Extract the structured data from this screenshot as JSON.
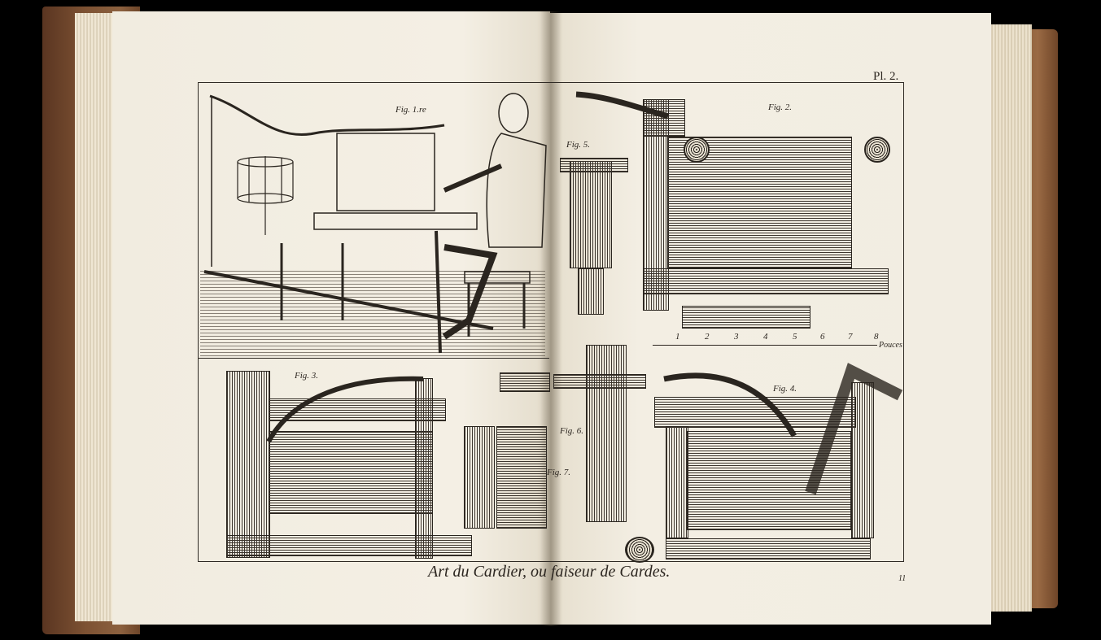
{
  "plate": {
    "number": "Pl. 2.",
    "caption": "Art du Cardier, ou faiseur de Cardes.",
    "page_mark": "11",
    "unit": "Pouces"
  },
  "figures": {
    "fig1": "Fig. 1.re",
    "fig2": "Fig. 2.",
    "fig3": "Fig. 3.",
    "fig4": "Fig. 4.",
    "fig5": "Fig. 5.",
    "fig6": "Fig. 6.",
    "fig7": "Fig. 7."
  },
  "scale_ticks": [
    "1",
    "2",
    "3",
    "4",
    "5",
    "6",
    "7",
    "8"
  ]
}
